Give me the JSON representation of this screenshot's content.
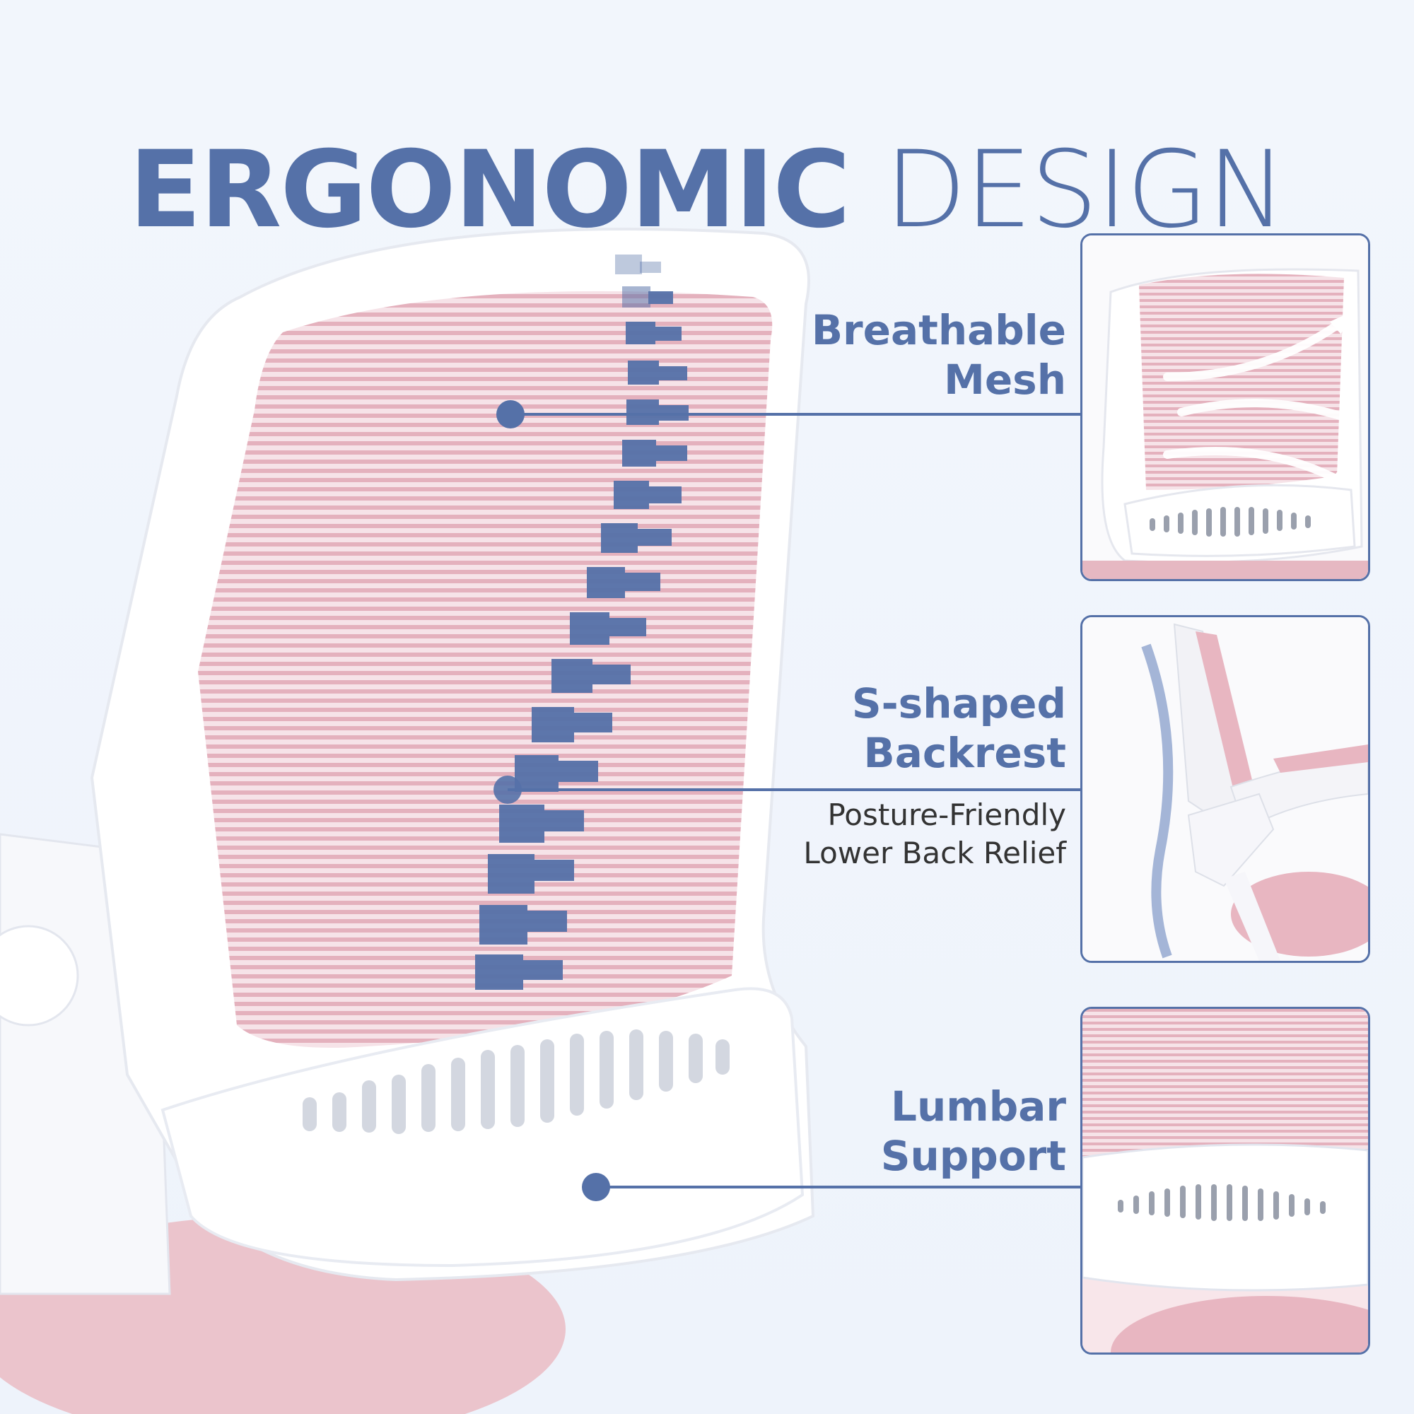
{
  "title": {
    "bold": "ERGONOMIC",
    "light": "DESIGN"
  },
  "features": [
    {
      "lines": [
        "Breathable",
        "Mesh"
      ]
    },
    {
      "lines": [
        "S-shaped",
        "Backrest"
      ],
      "sub": [
        "Posture-Friendly",
        "Lower Back Relief"
      ]
    },
    {
      "lines": [
        "Lumbar",
        "Support"
      ]
    }
  ],
  "colors": {
    "accent": "#5571a8",
    "mesh": "#e6b8c2",
    "frame": "#ffffff",
    "background": "#f2f6fc"
  }
}
